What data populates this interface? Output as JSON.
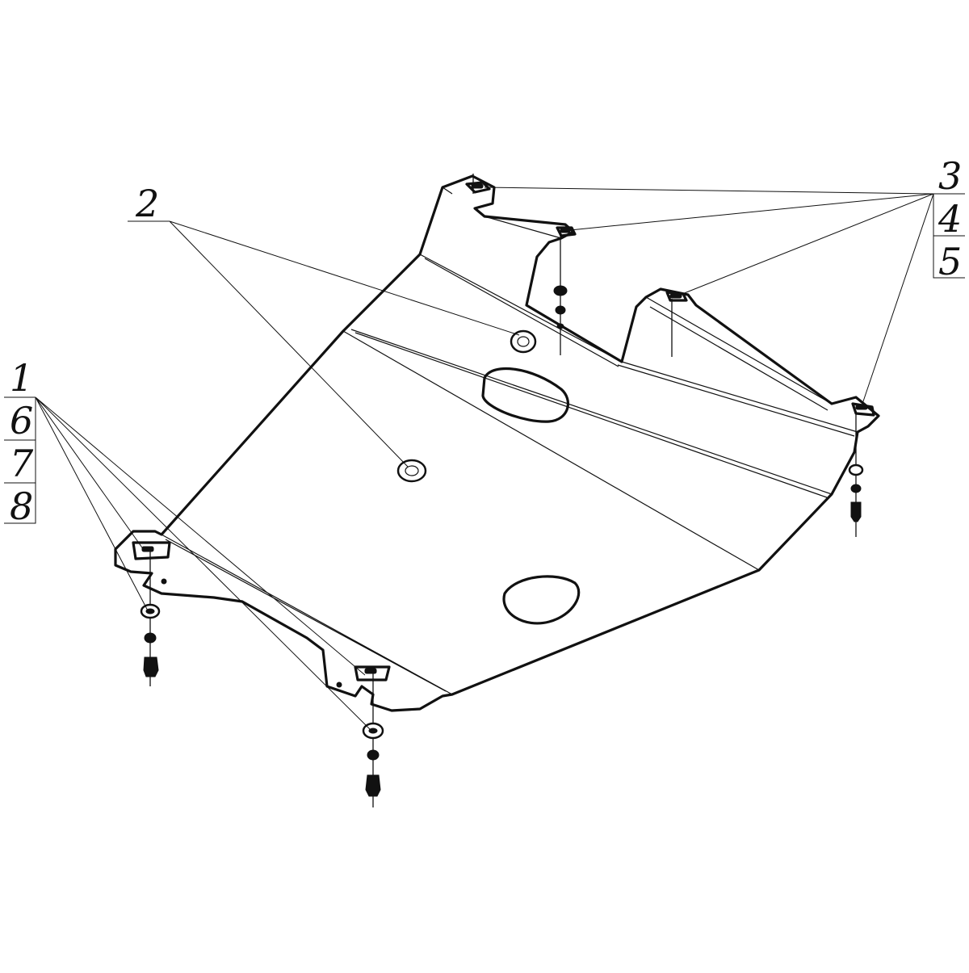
{
  "callouts": {
    "group_left": [
      "1",
      "6",
      "7",
      "8"
    ],
    "center": "2",
    "group_right": [
      "3",
      "4",
      "5"
    ]
  },
  "colors": {
    "line": "#111111",
    "background": "#ffffff"
  }
}
